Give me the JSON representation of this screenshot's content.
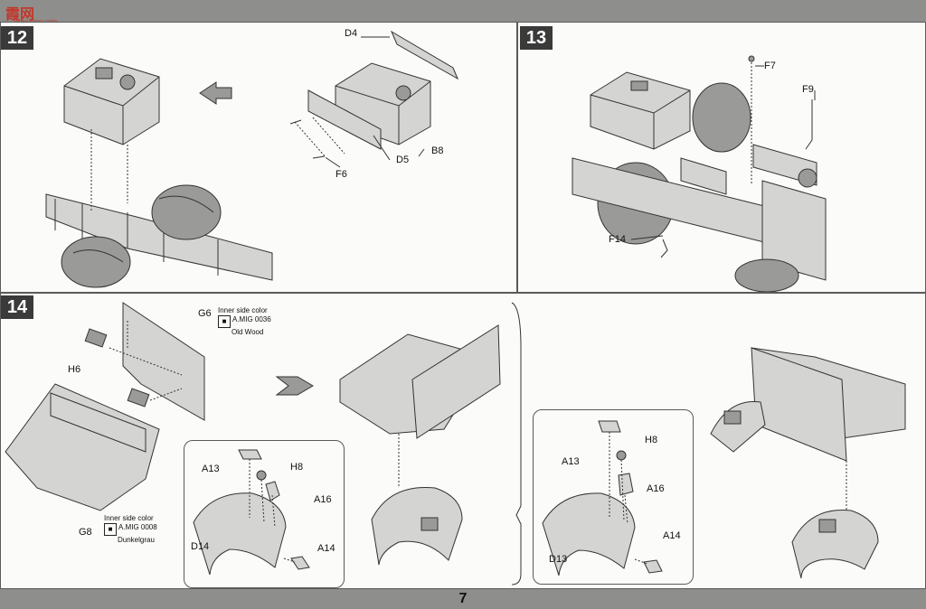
{
  "watermark": {
    "text": "霞网",
    "sub": "www.shou.com"
  },
  "page_number": "7",
  "steps": [
    {
      "number": "12",
      "labels": {
        "d4": "D4",
        "b8": "B8",
        "d5": "D5",
        "f6": "F6"
      }
    },
    {
      "number": "13",
      "labels": {
        "f7": "F7",
        "f9": "F9",
        "f14": "F14"
      }
    },
    {
      "number": "14",
      "labels": {
        "g6": "G6",
        "h6": "H6",
        "g8": "G8",
        "a13_left": "A13",
        "h8_left": "H8",
        "a16_left": "A16",
        "d14": "D14",
        "a14_left": "A14",
        "a13_right": "A13",
        "h8_right": "H8",
        "a16_right": "A16",
        "d13": "D13",
        "a14_right": "A14"
      },
      "notes": {
        "g6": {
          "title": "Inner side color",
          "code": "A.MIG 0036",
          "name": "Old Wood"
        },
        "g8": {
          "title": "Inner side color",
          "code": "A.MIG 0008",
          "name": "Dunkelgrau"
        }
      }
    }
  ]
}
